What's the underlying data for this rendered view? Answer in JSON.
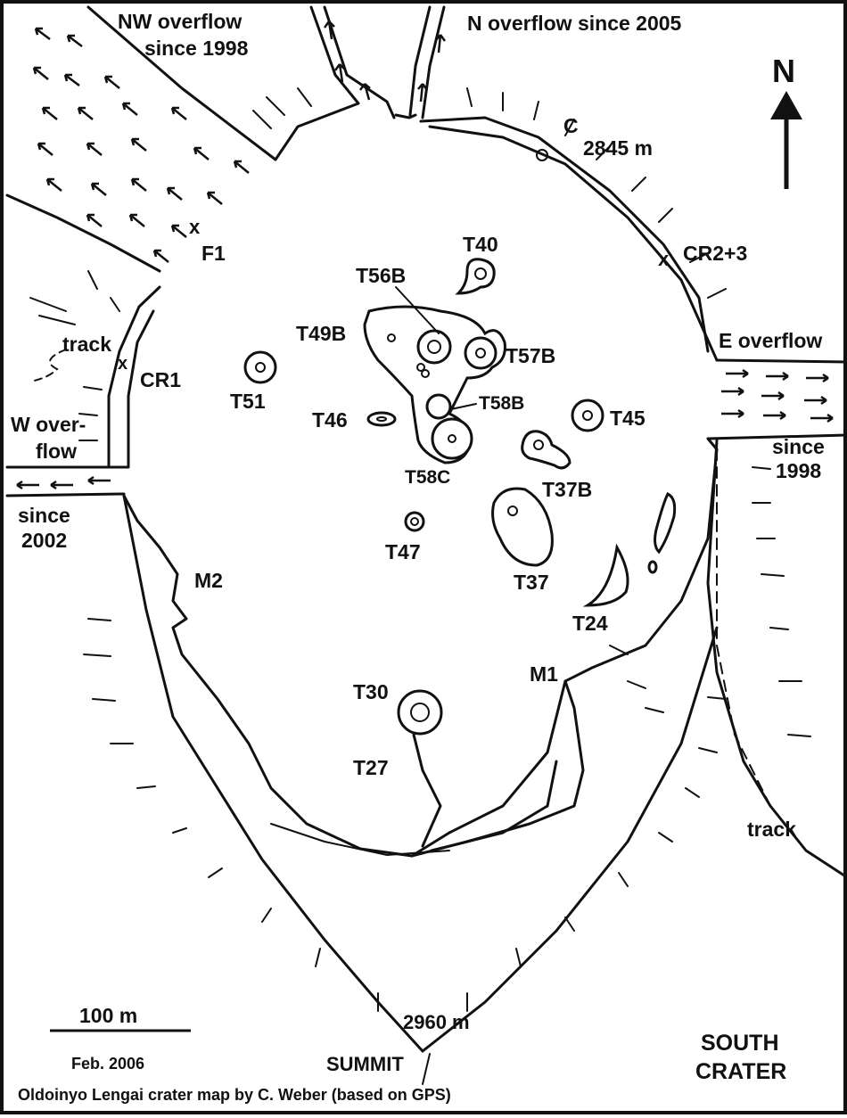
{
  "map": {
    "north_label": "N",
    "labels": {
      "nw_overflow": "NW overflow",
      "nw_since": "since 1998",
      "n_overflow": "N overflow since 2005",
      "c": "C",
      "c_elev": "2845 m",
      "cr23": "CR2+3",
      "e_overflow": "E overflow",
      "e_since1": "since",
      "e_since2": "1998",
      "f1": "F1",
      "x": "x",
      "track_w": "track",
      "cr1": "CR1",
      "w_over1": "W over-",
      "w_over2": "flow",
      "w_since1": "since",
      "w_since2": "2002",
      "m2": "M2",
      "m1": "M1",
      "track_s": "track",
      "summit_elev": "2960 m",
      "summit": "SUMMIT",
      "south1": "SOUTH",
      "south2": "CRATER"
    },
    "cones": {
      "t40": "T40",
      "t56b": "T56B",
      "t49b": "T49B",
      "t57b": "T57B",
      "t51": "T51",
      "t46": "T46",
      "t58b": "T58B",
      "t45": "T45",
      "t58c": "T58C",
      "t37b": "T37B",
      "t47": "T47",
      "t37": "T37",
      "t24": "T24",
      "t30": "T30",
      "t27": "T27"
    },
    "scale_label": "100 m",
    "date": "Feb.  2006",
    "caption": "Oldoinyo Lengai crater map by C. Weber (based on GPS)"
  }
}
